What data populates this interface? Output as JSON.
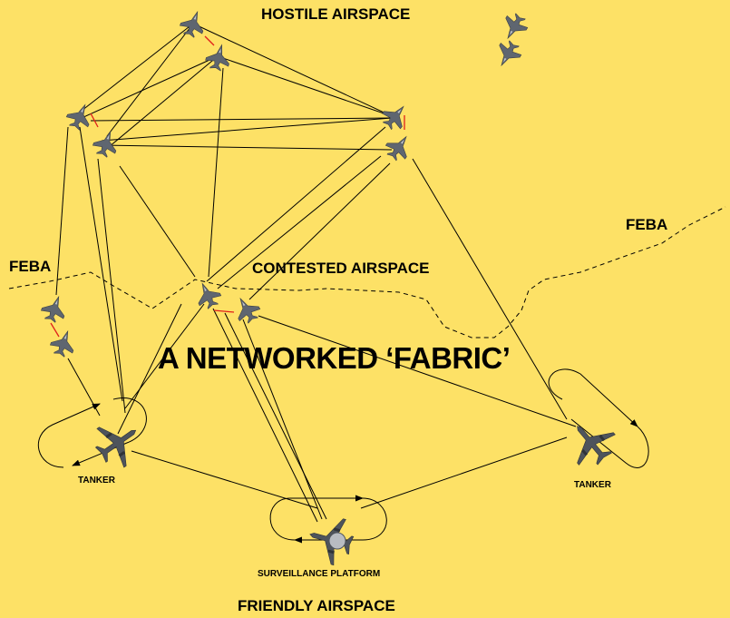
{
  "labels": {
    "hostile": "HOSTILE AIRSPACE",
    "contested": "CONTESTED AIRSPACE",
    "friendly": "FRIENDLY AIRSPACE",
    "feba_left": "FEBA",
    "feba_right": "FEBA",
    "title": "A NETWORKED ‘FABRIC’",
    "tanker_left": "TANKER",
    "tanker_right": "TANKER",
    "surveillance": "SURVEILLANCE PLATFORM"
  },
  "colors": {
    "background": "#fde166",
    "link": "#000000",
    "intra_flight_link": "#e0201b",
    "fighter": "#5f6670",
    "enemy": "#6a7078",
    "tanker": "#4e545c",
    "radome": "#b8bcc2"
  },
  "icons": {
    "fighter": "fighter-jet-icon",
    "enemy": "enemy-fighter-icon",
    "tanker": "tanker-aircraft-icon",
    "awacs": "surveillance-aircraft-icon"
  }
}
